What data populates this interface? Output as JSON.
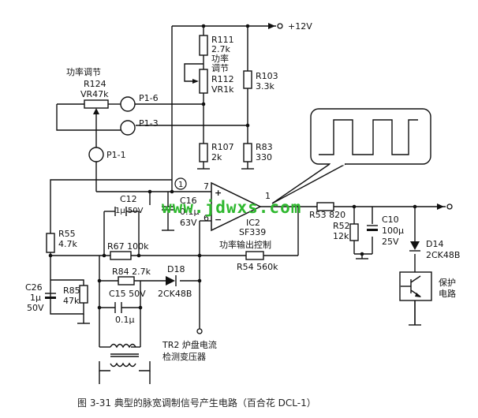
{
  "labels": {
    "supply": "+12V",
    "r111": "R111",
    "r111v": "2.7k",
    "pa1": "功率",
    "pa2": "调节",
    "r112": "R112",
    "r112v": "VR1k",
    "r103": "R103",
    "r103v": "3.3k",
    "gonglv": "功率调节",
    "r124": "R124",
    "r124v": "VR47k",
    "p16": "P1-6",
    "p13": "P1-3",
    "p11": "P1-1",
    "r107": "R107",
    "r107v": "2k",
    "r83": "R83",
    "r83v": "330",
    "n1": "1",
    "n7": "7",
    "n6": "6",
    "out1": "1",
    "c12": "C12",
    "c12v": "1μ 50V",
    "c16": "C16",
    "c16v1": "0.1μ",
    "c16v2": "63V",
    "ic2a": "IC2",
    "ic2b": "SF339",
    "r55": "R55",
    "r55v": "4.7k",
    "r67": "R67 100k",
    "pk": "功率输出控制",
    "r54": "R54 560k",
    "r53": "R53 820",
    "r52": "R52",
    "r52v": "12k",
    "c10": "C10",
    "c10v1": "100μ",
    "c10v2": "25V",
    "d14": "D14",
    "d14v": "2CK48B",
    "c26": "C26",
    "c26v1": "1μ",
    "c26v2": "50V",
    "r85": "R85",
    "r85v": "47k",
    "r84": "R84 2.7k",
    "d18": "D18",
    "d18v": "2CK48B",
    "c15": "C15 50V",
    "c15v": "0.1μ",
    "prot1": "保护",
    "prot2": "电路",
    "tr2a": "TR2 炉盘电流",
    "tr2b": "检测变压器"
  },
  "watermark": "www.jdwxs.com",
  "caption": "图 3-31   典型的脉宽调制信号产生电路（百合花 DCL-1）",
  "colors": {
    "ink": "#111111",
    "watermark": "#2eb82e"
  }
}
